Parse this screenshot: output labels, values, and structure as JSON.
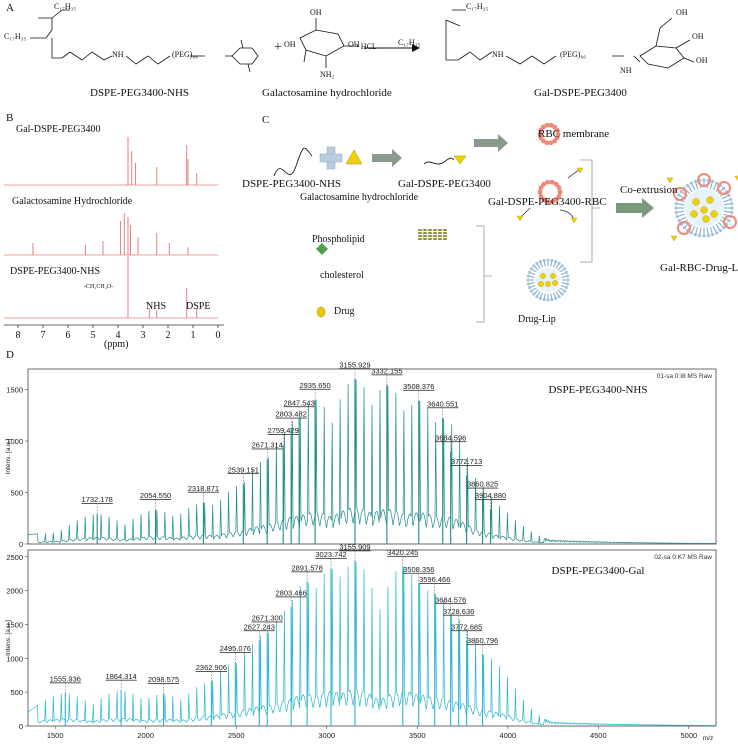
{
  "panels": {
    "a": "A",
    "b": "B",
    "c": "C",
    "d": "D"
  },
  "panel_a": {
    "plus": "+",
    "reagent1": "DSPE-PEG3400-NHS",
    "reagent2": "Galactosamine hydrochloride",
    "product": "Gal-DSPE-PEG3400",
    "hcl": "• HCL",
    "chain": "C₁₇H₃₅",
    "peg": "(PEG)₆₆",
    "nh": "NH",
    "nh2": "NH₂",
    "oh": "OH"
  },
  "panel_b": {
    "spectra": [
      "Gal-DSPE-PEG3400",
      "Galactosamine Hydrochloride",
      "DSPE-PEG3400-NHS"
    ],
    "peak_labels": [
      "-CH₂CH₂O-",
      "NHS",
      "DSPE"
    ],
    "x_ticks": [
      "8",
      "7",
      "6",
      "5",
      "4",
      "3",
      "2",
      "1",
      "0"
    ],
    "x_unit": "(ppm)"
  },
  "panel_c": {
    "dspe_nhs": "DSPE-PEG3400-NHS",
    "galactosamine": "Galactosamine hydrochloride",
    "gal_dspe": "Gal-DSPE-PEG3400",
    "rbc_membrane": "RBC membrane",
    "gal_rbc": "Gal-DSPE-PEG3400-RBC",
    "phospholipid": "Phospholipid",
    "cholesterol": "cholesterol",
    "drug": "Drug",
    "drug_lip": "Drug-Lip",
    "coextrusion": "Co-extrusion",
    "final": "Gal-RBC-Drug-Lip"
  },
  "chart_data": [
    {
      "type": "bar",
      "title": "DSPE-PEG3400-NHS",
      "header": "01-sa 0:I8 MS Raw",
      "ylabel": "Intens. [a.u.]",
      "xlabel": "m/z",
      "xlim": [
        1350,
        5150
      ],
      "ylim": [
        0,
        1700
      ],
      "x_ticks": [
        1500,
        2000,
        2500,
        3000,
        3500,
        4000,
        4500,
        5000
      ],
      "y_ticks": [
        0,
        500,
        1000,
        1500
      ],
      "color": "#1f8a8a",
      "labeled_peaks": [
        {
          "x": 1732.178,
          "y": 290
        },
        {
          "x": 2054.55,
          "y": 330
        },
        {
          "x": 2318.871,
          "y": 400
        },
        {
          "x": 2539.151,
          "y": 580
        },
        {
          "x": 2671.314,
          "y": 820
        },
        {
          "x": 2759.429,
          "y": 960
        },
        {
          "x": 2803.482,
          "y": 1120
        },
        {
          "x": 2847.543,
          "y": 1230
        },
        {
          "x": 2935.65,
          "y": 1400
        },
        {
          "x": 3155.929,
          "y": 1600
        },
        {
          "x": 3332.155,
          "y": 1540
        },
        {
          "x": 3508.376,
          "y": 1390
        },
        {
          "x": 3640.551,
          "y": 1220
        },
        {
          "x": 3684.596,
          "y": 890
        },
        {
          "x": 3772.713,
          "y": 660
        },
        {
          "x": 3860.825,
          "y": 440
        },
        {
          "x": 3904.88,
          "y": 330
        }
      ]
    },
    {
      "type": "bar",
      "title": "DSPE-PEG3400-Gal",
      "header": "02-sa 0:K7 MS Raw",
      "ylabel": "Intens. [a.u.]",
      "xlabel": "m/z",
      "xlim": [
        1350,
        5150
      ],
      "ylim": [
        0,
        2600
      ],
      "x_ticks": [
        1500,
        2000,
        2500,
        3000,
        3500,
        4000,
        4500,
        5000
      ],
      "y_ticks": [
        0,
        500,
        1000,
        1500,
        2000,
        2500
      ],
      "color": "#2bb5d0",
      "labeled_peaks": [
        {
          "x": 1555.936,
          "y": 480
        },
        {
          "x": 1864.314,
          "y": 520
        },
        {
          "x": 2098.575,
          "y": 470
        },
        {
          "x": 2362.906,
          "y": 650
        },
        {
          "x": 2495.076,
          "y": 930
        },
        {
          "x": 2627.243,
          "y": 1250
        },
        {
          "x": 2671.3,
          "y": 1380
        },
        {
          "x": 2803.466,
          "y": 1750
        },
        {
          "x": 2891.578,
          "y": 2120
        },
        {
          "x": 3023.742,
          "y": 2320
        },
        {
          "x": 3155.909,
          "y": 2430
        },
        {
          "x": 3420.245,
          "y": 2350
        },
        {
          "x": 3508.356,
          "y": 2100
        },
        {
          "x": 3596.466,
          "y": 1950
        },
        {
          "x": 3684.576,
          "y": 1650
        },
        {
          "x": 3728.636,
          "y": 1480
        },
        {
          "x": 3772.685,
          "y": 1250
        },
        {
          "x": 3860.796,
          "y": 1050
        }
      ]
    }
  ]
}
